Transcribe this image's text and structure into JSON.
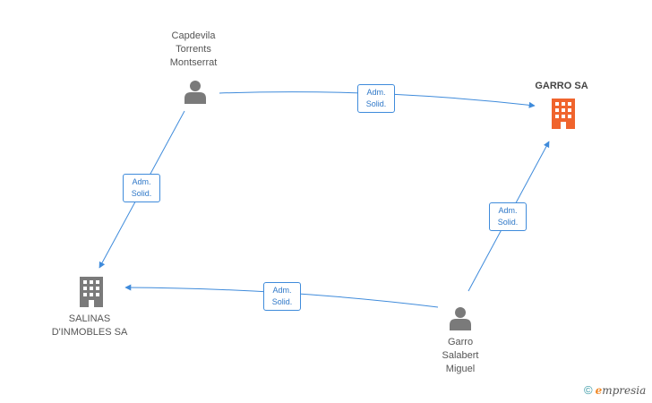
{
  "colors": {
    "edge": "#3f8bdb",
    "person_icon": "#7a7a7a",
    "company_icon": "#7a7a7a",
    "company_highlight": "#f0642d"
  },
  "nodes": {
    "capdevila": {
      "lines": [
        "Capdevila",
        "Torrents",
        "Montserrat"
      ],
      "icon": "person-icon"
    },
    "garro_sa": {
      "label": "GARRO SA",
      "icon": "building-icon"
    },
    "salinas": {
      "lines": [
        "SALINAS",
        "D'INMOBLES SA"
      ],
      "icon": "building-icon"
    },
    "garro_salabert": {
      "lines": [
        "Garro",
        "Salabert",
        "Miguel"
      ],
      "icon": "person-icon"
    }
  },
  "edges": [
    {
      "from": "capdevila",
      "to": "garro_sa",
      "label": [
        "Adm.",
        "Solid."
      ]
    },
    {
      "from": "capdevila",
      "to": "salinas",
      "label": [
        "Adm.",
        "Solid."
      ]
    },
    {
      "from": "garro_salabert",
      "to": "garro_sa",
      "label": [
        "Adm.",
        "Solid."
      ]
    },
    {
      "from": "garro_salabert",
      "to": "salinas",
      "label": [
        "Adm.",
        "Solid."
      ]
    }
  ],
  "footer": {
    "copyright": "©",
    "brand_initial": "e",
    "brand_rest": "mpresia"
  }
}
